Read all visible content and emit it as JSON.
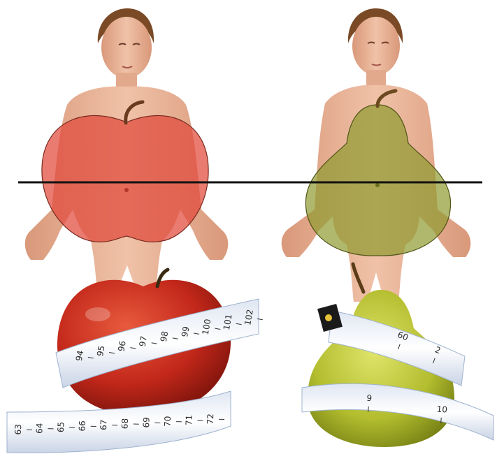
{
  "colors": {
    "background": "#ffffff",
    "skin": "#e9b59a",
    "skin_shadow": "#c98f72",
    "hair": "#7a4a26",
    "apple_overlay": "#e0483a",
    "pear_overlay": "#8f9a2f",
    "apple_fruit": "#c42a1c",
    "pear_fruit": "#b8c23a",
    "tape": "#f4f6fb",
    "tape_edge": "#9fb3cf",
    "line": "#111111"
  },
  "icons": {
    "left_figure": "apple-body-figure",
    "right_figure": "pear-body-figure",
    "apple": "apple-fruit-icon",
    "pear": "pear-fruit-icon",
    "tape": "measuring-tape-icon"
  },
  "tapes": {
    "apple_upper": [
      "94",
      "95",
      "96",
      "97",
      "98",
      "99",
      "100",
      "101",
      "102"
    ],
    "apple_lower": [
      "63",
      "64",
      "65",
      "66",
      "67",
      "68",
      "69",
      "70",
      "71",
      "72"
    ],
    "pear_upper": [
      "60",
      "2"
    ],
    "pear_lower": [
      "9",
      "10"
    ]
  }
}
